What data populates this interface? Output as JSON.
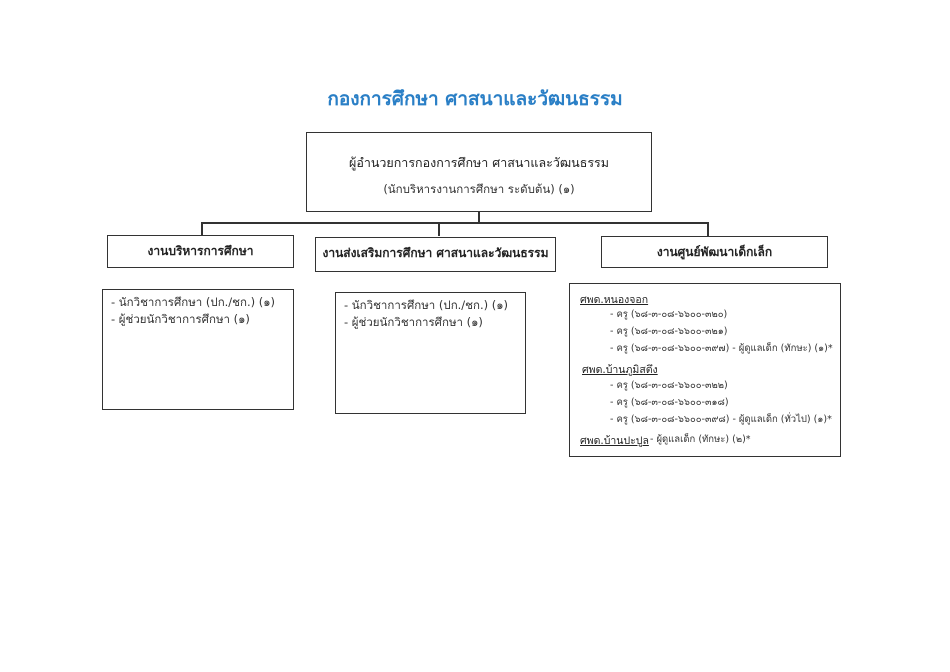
{
  "title": "กองการศึกษา ศาสนาและวัฒนธรรม",
  "director": {
    "title": "ผู้อำนวยการกองการศึกษา ศาสนาและวัฒนธรรม",
    "subtitle": "(นักบริหารงานการศึกษา ระดับต้น) (๑)"
  },
  "departments": [
    {
      "label": "งานบริหารการศึกษา",
      "items": [
        "- นักวิชาการศึกษา (ปก./ชก.) (๑)",
        "- ผู้ช่วยนักวิชาการศึกษา (๑)"
      ]
    },
    {
      "label": "งานส่งเสริมการศึกษา ศาสนาและวัฒนธรรม",
      "items": [
        "- นักวิชาการศึกษา (ปก./ชก.) (๑)",
        "- ผู้ช่วยนักวิชาการศึกษา (๑)"
      ]
    },
    {
      "label": "งานศูนย์พัฒนาเด็กเล็ก",
      "centers": [
        {
          "name": "ศพด.หนองจอก",
          "staff": [
            "- ครู (๖๘-๓-๐๘-๖๖๐๐-๓๒๐)",
            "- ครู (๖๘-๓-๐๘-๖๖๐๐-๓๒๑)",
            "- ครู (๖๘-๓-๐๘-๖๖๐๐-๓๙๗) - ผู้ดูแลเด็ก (ทักษะ) (๑)*"
          ]
        },
        {
          "name": "ศพด.บ้านภูมิสตึง",
          "staff": [
            "- ครู (๖๘-๓-๐๘-๖๖๐๐-๓๒๒)",
            "- ครู (๖๘-๓-๐๘-๖๖๐๐-๓๑๘)",
            "- ครู (๖๘-๓-๐๘-๖๖๐๐-๓๙๘) - ผู้ดูแลเด็ก (ทั่วไป) (๑)*"
          ]
        },
        {
          "name": "ศพด.บ้านปะปูล",
          "inline": "- ผู้ดูแลเด็ก (ทักษะ) (๒)*"
        }
      ]
    }
  ]
}
